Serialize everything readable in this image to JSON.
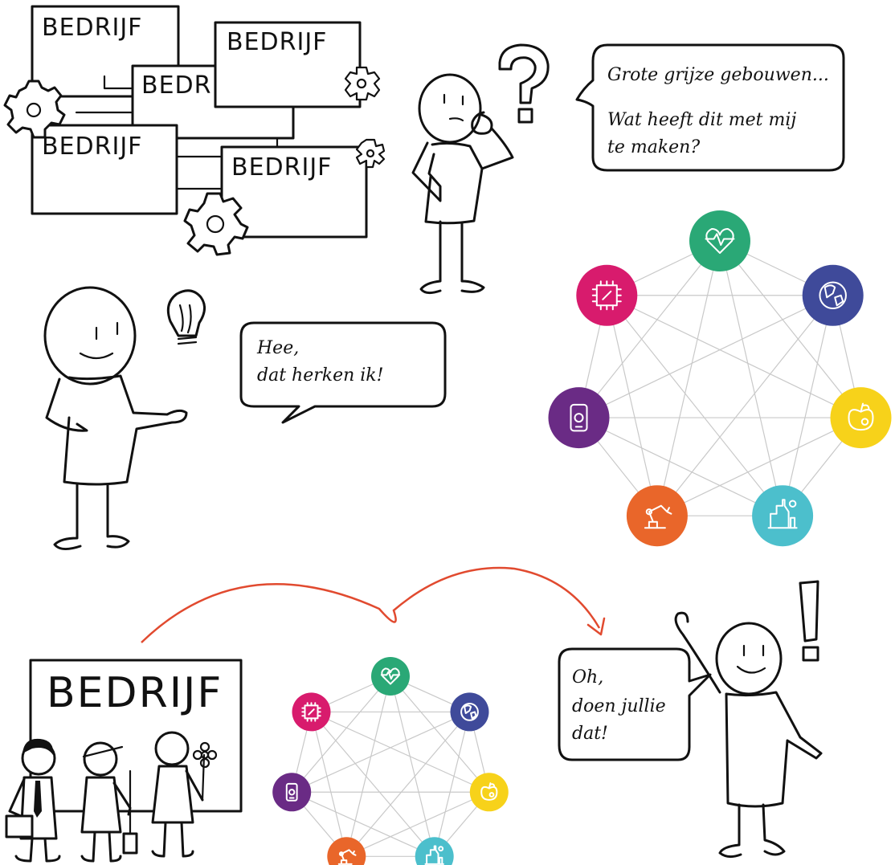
{
  "companies": {
    "label": "BEDRIJF",
    "partial_label": "BEDR",
    "big_label": "BEDRIJF"
  },
  "bubbles": {
    "question": {
      "line1": "Grote grijze gebouwen...",
      "line2": "Wat heeft dit met mij",
      "line3": "te maken?"
    },
    "recognize": {
      "line1": "Hee,",
      "line2": "dat herken ik!"
    },
    "realize": {
      "line1": "Oh,",
      "line2": "doen jullie",
      "line3": "dat!"
    }
  },
  "symbols": {
    "question_mark": "?",
    "exclamation_mark": "!"
  },
  "network": {
    "nodes": [
      {
        "icon": "heart-pulse-icon",
        "color": "#2aa876"
      },
      {
        "icon": "globe-icon",
        "color": "#3f4a9a"
      },
      {
        "icon": "apple-icon",
        "color": "#f7d21a"
      },
      {
        "icon": "city-skyline-icon",
        "color": "#4cbfcc"
      },
      {
        "icon": "robot-arm-icon",
        "color": "#e9662a"
      },
      {
        "icon": "smartphone-icon",
        "color": "#6a2b85"
      },
      {
        "icon": "chip-icon",
        "color": "#d81b6d"
      }
    ],
    "line_color": "#c9c9c9"
  },
  "arrow_color": "#e14a2f"
}
